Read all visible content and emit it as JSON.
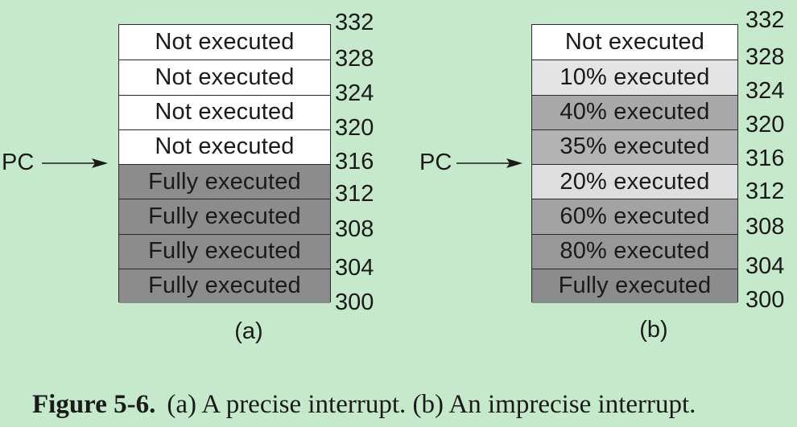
{
  "diagram_a": {
    "label": "(a)",
    "pc_label": "PC",
    "cells": [
      {
        "text": "Not executed",
        "fill": "#ffffff"
      },
      {
        "text": "Not executed",
        "fill": "#ffffff"
      },
      {
        "text": "Not executed",
        "fill": "#ffffff"
      },
      {
        "text": "Not executed",
        "fill": "#ffffff"
      },
      {
        "text": "Fully executed",
        "fill": "#8c8c8c"
      },
      {
        "text": "Fully executed",
        "fill": "#8c8c8c"
      },
      {
        "text": "Fully executed",
        "fill": "#8c8c8c"
      },
      {
        "text": "Fully executed",
        "fill": "#8c8c8c"
      }
    ],
    "addresses": [
      "332",
      "328",
      "324",
      "320",
      "316",
      "312",
      "308",
      "304",
      "300"
    ]
  },
  "diagram_b": {
    "label": "(b)",
    "pc_label": "PC",
    "cells": [
      {
        "text": "Not executed",
        "fill": "#ffffff"
      },
      {
        "text": "10% executed",
        "fill": "#e4e4e4"
      },
      {
        "text": "40% executed",
        "fill": "#a9a9a9"
      },
      {
        "text": "35% executed",
        "fill": "#b3b3b3"
      },
      {
        "text": "20% executed",
        "fill": "#dedede"
      },
      {
        "text": "60% executed",
        "fill": "#a3a3a3"
      },
      {
        "text": "80% executed",
        "fill": "#989898"
      },
      {
        "text": "Fully executed",
        "fill": "#8c8c8c"
      }
    ],
    "addresses": [
      "332",
      "328",
      "324",
      "320",
      "316",
      "312",
      "308",
      "304",
      "300"
    ]
  },
  "caption": {
    "label": "Figure 5-6.",
    "text": "(a) A precise interrupt. (b) An imprecise interrupt."
  }
}
